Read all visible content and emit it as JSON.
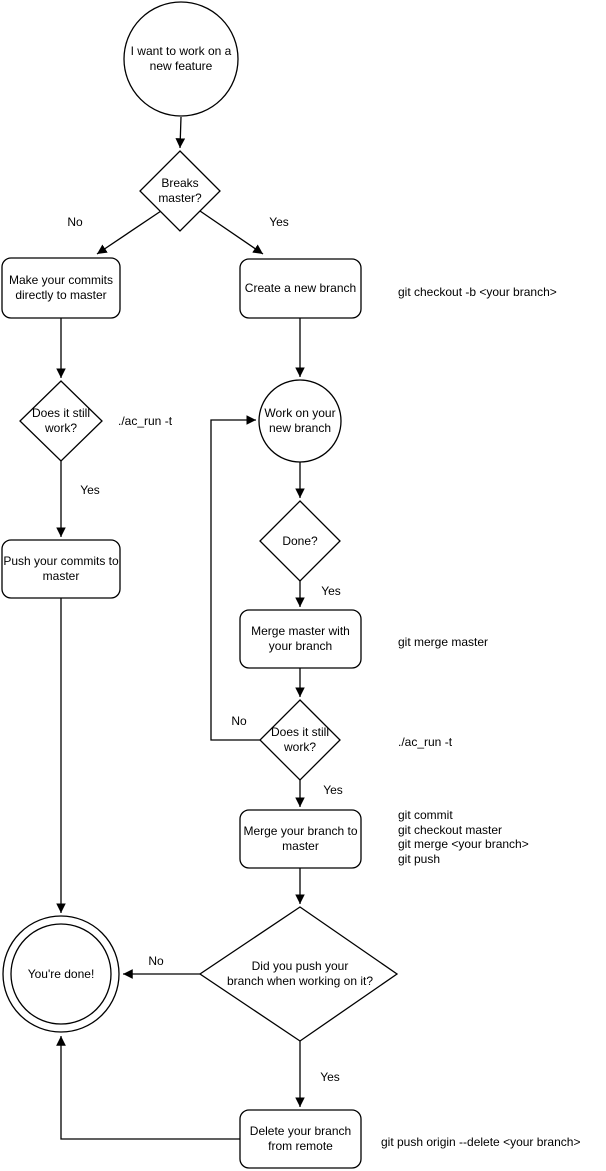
{
  "diagram": {
    "type": "flowchart",
    "colors": {
      "stroke": "#000000",
      "node_fill": "#ffffff",
      "text": "#000000",
      "background": "#ffffff"
    },
    "nodes": {
      "start": "I want to work on a\nnew feature",
      "breaks_master": "Breaks\nmaster?",
      "make_commits": "Make your commits\ndirectly to master",
      "create_branch": "Create a new branch",
      "still_works_left": "Does it still\nwork?",
      "push_commits": "Push your commits to\nmaster",
      "work_branch": "Work on your\nnew branch",
      "done_q": "Done?",
      "merge_master": "Merge master with\nyour branch",
      "still_works_right": "Does it still\nwork?",
      "merge_branch": "Merge your branch to\nmaster",
      "did_push": "Did you push your\nbranch when working on it?",
      "youre_done": "You're done!",
      "delete_remote": "Delete your branch\nfrom remote"
    },
    "edge_labels": {
      "breaks_no": "No",
      "breaks_yes": "Yes",
      "still_works_left_yes": "Yes",
      "done_yes": "Yes",
      "still_works_right_no": "No",
      "still_works_right_yes": "Yes",
      "did_push_no": "No",
      "did_push_yes": "Yes"
    },
    "annotations": {
      "create_branch_cmd": "git checkout -b <your branch>",
      "test_left_cmd": "./ac_run -t",
      "merge_master_cmd": "git merge master",
      "test_right_cmd": "./ac_run -t",
      "merge_branch_cmds": "git commit\ngit checkout master\ngit merge <your branch>\ngit push",
      "delete_remote_cmd": "git push origin --delete <your branch>"
    }
  }
}
